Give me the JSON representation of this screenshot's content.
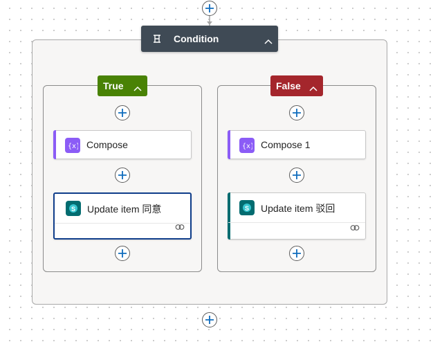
{
  "condition": {
    "title": "Condition",
    "icon": "condition-icon",
    "header_color": "#3f4a55"
  },
  "branches": {
    "true": {
      "label": "True",
      "color": "#498205",
      "actions": [
        {
          "name": "Compose",
          "icon": "compose-icon",
          "accent": "#8b5cf6"
        },
        {
          "name": "Update item 同意",
          "icon": "sharepoint-icon",
          "accent": "#036c70"
        }
      ]
    },
    "false": {
      "label": "False",
      "color": "#a4262c",
      "actions": [
        {
          "name": "Compose 1",
          "icon": "compose-icon",
          "accent": "#8b5cf6"
        },
        {
          "name": "Update item 驳回",
          "icon": "sharepoint-icon",
          "accent": "#036c70"
        }
      ]
    }
  },
  "connector_color": "#3aa1e6"
}
